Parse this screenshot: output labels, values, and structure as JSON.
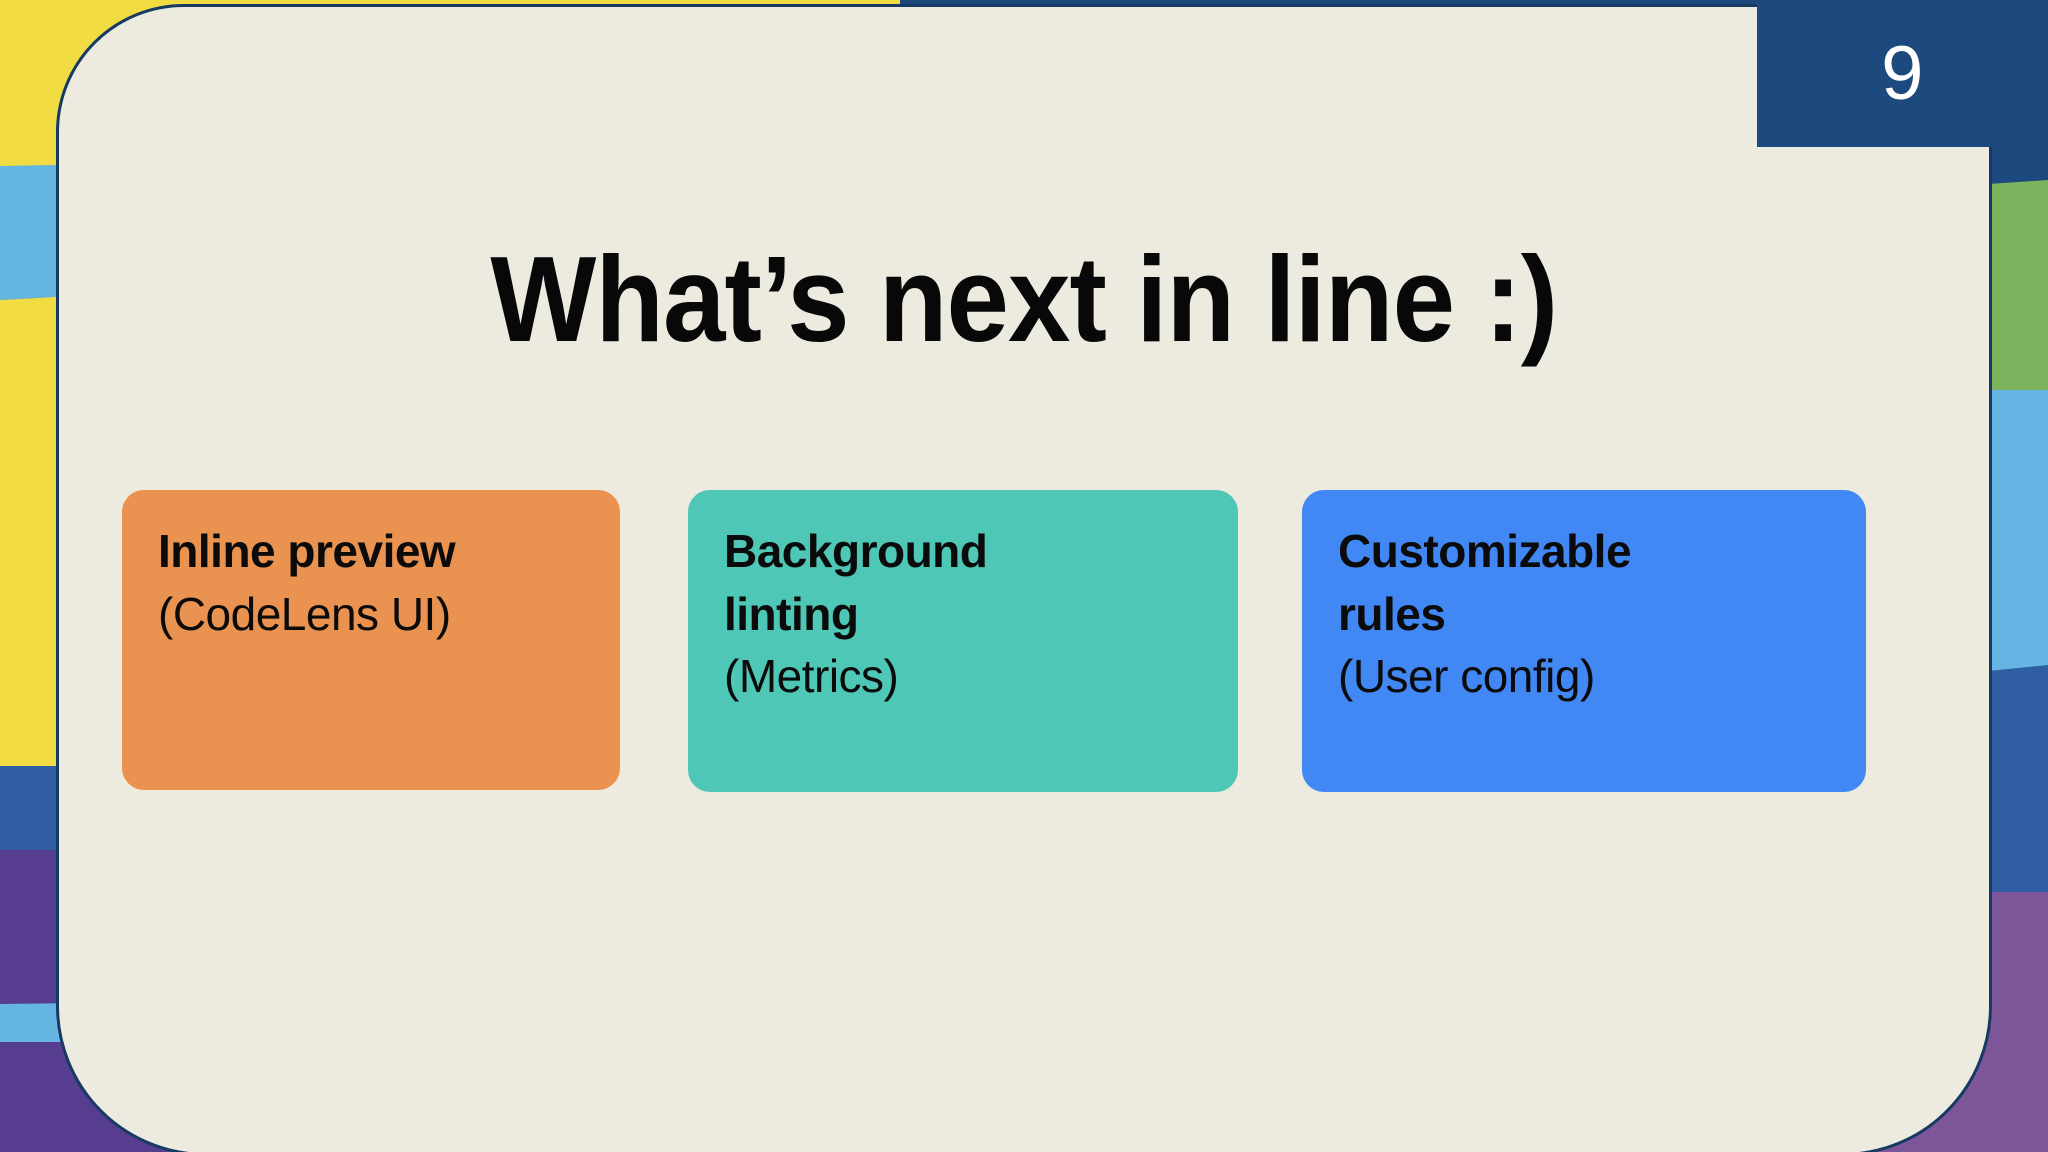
{
  "slide": {
    "title": "What’s next in line :)",
    "page_number": "9",
    "card_background": "#edeae0",
    "card_border": "#173a63",
    "badge_background": "#1d4a7e",
    "badge_text_color": "#ffffff"
  },
  "features": [
    {
      "headline": "Inline preview",
      "subline": "(CodeLens UI)",
      "color": "#ea9350",
      "name": "inline-preview"
    },
    {
      "headline": "Background\nlinting",
      "subline": "(Metrics)",
      "color": "#4fc7b6",
      "name": "background-linting"
    },
    {
      "headline": "Customizable\nrules",
      "subline": "(User config)",
      "color": "#4288f5",
      "name": "customizable-rules"
    }
  ],
  "background": {
    "stripe_colors": {
      "yellow": "#f2dc44",
      "light_blue": "#64b5e0",
      "medium_blue": "#2f5ea3",
      "navy": "#1d4a7e",
      "purple": "#573d8f",
      "purple_light": "#7d5699",
      "green": "#7cb45e"
    }
  }
}
